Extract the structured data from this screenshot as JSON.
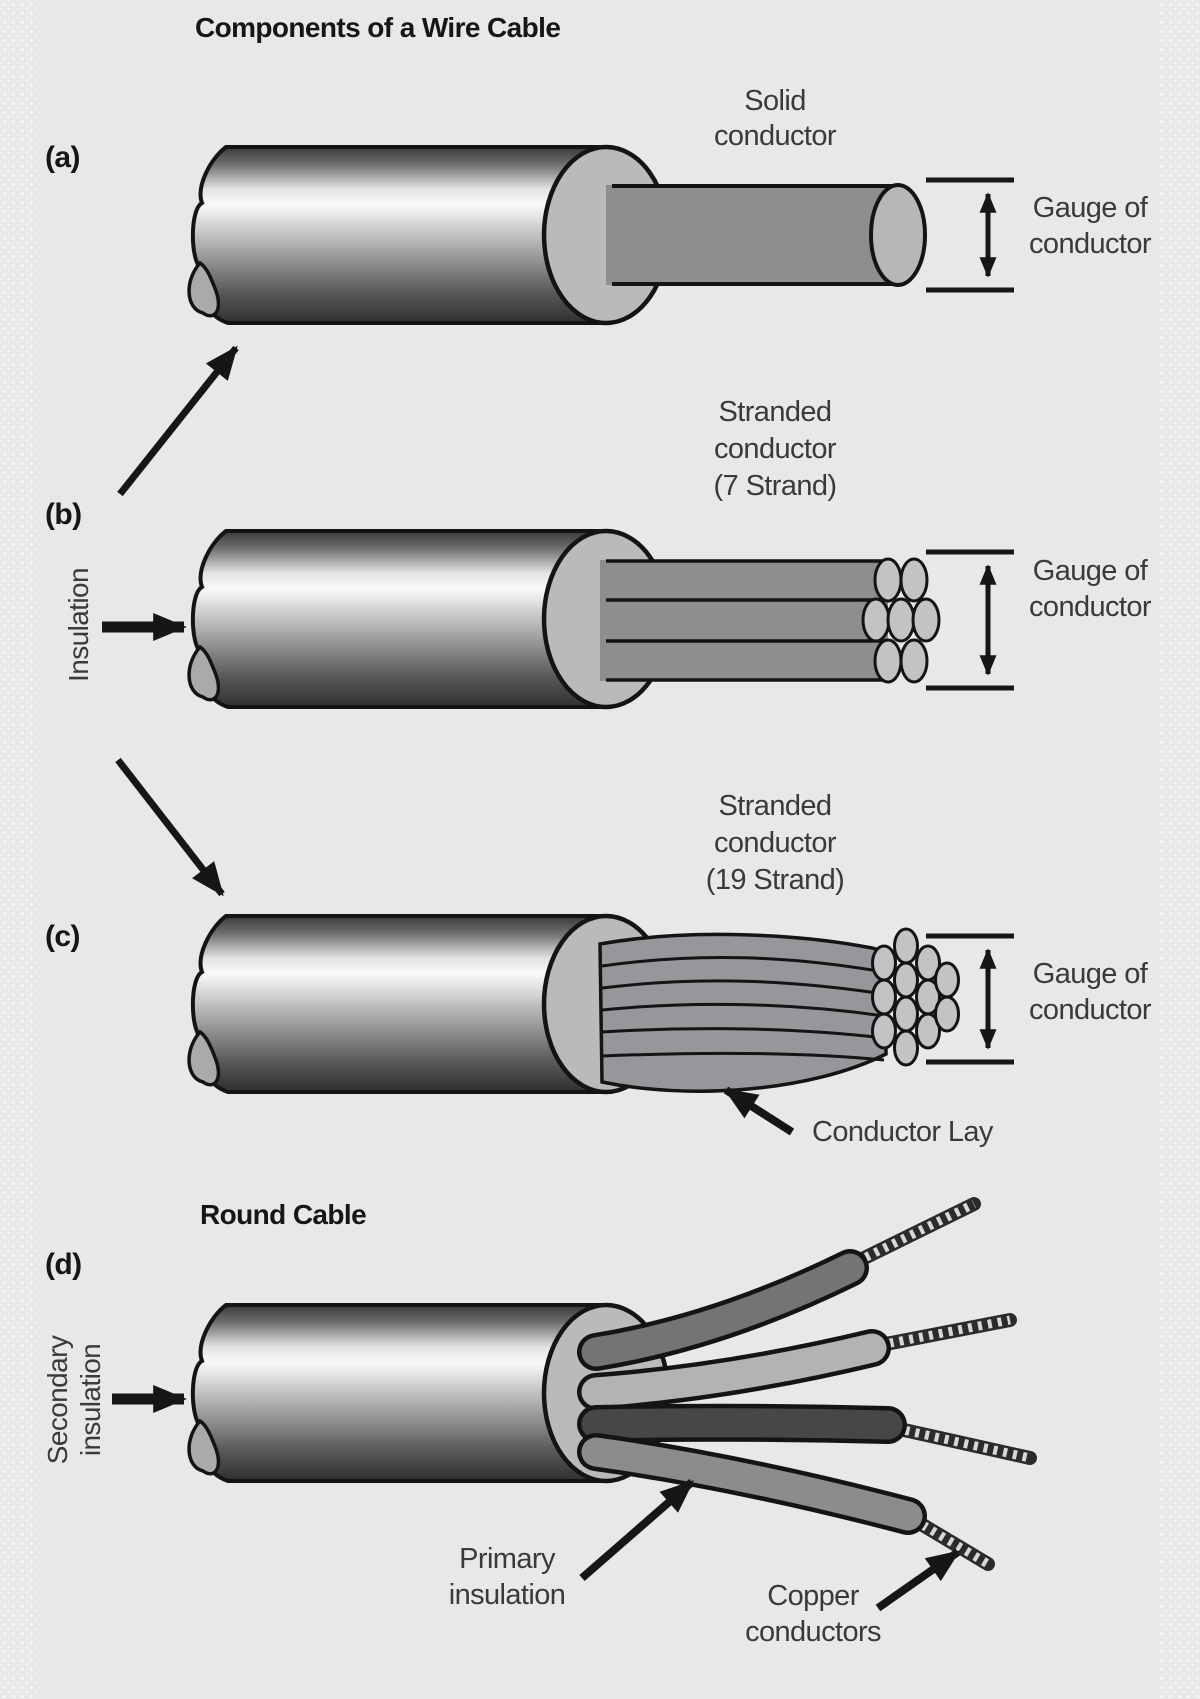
{
  "title": "Components of a Wire Cable",
  "colors": {
    "background": "#e7e8ea",
    "ink": "#161616",
    "label_gray": "#3a3a3c",
    "insulation_cap": "#b9babc",
    "conductor_gray": "#8d8e90",
    "strand_end_gray": "#c2c3c5"
  },
  "sections": {
    "a": {
      "tag": "(a)",
      "conductor_label": "Solid\nconductor",
      "gauge_label": "Gauge of\nconductor"
    },
    "b": {
      "tag": "(b)",
      "insulation_label": "Insulation",
      "conductor_label": "Stranded\nconductor\n(7 Strand)",
      "gauge_label": "Gauge of\nconductor"
    },
    "c": {
      "tag": "(c)",
      "conductor_label": "Stranded\nconductor\n(19 Strand)",
      "gauge_label": "Gauge of\nconductor",
      "lay_label": "Conductor Lay"
    },
    "d": {
      "tag": "(d)",
      "heading": "Round Cable",
      "secondary_label": "Secondary\ninsulation",
      "primary_label": "Primary\ninsulation",
      "copper_label": "Copper\nconductors"
    }
  }
}
